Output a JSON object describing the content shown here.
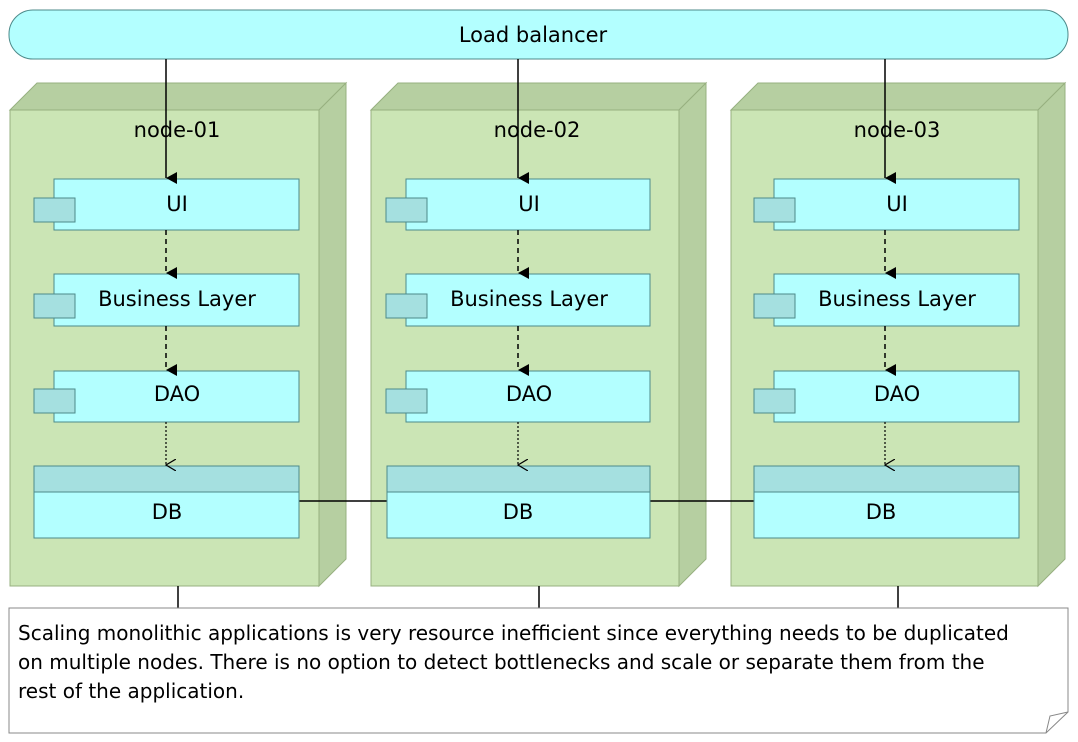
{
  "load_balancer": {
    "label": "Load balancer"
  },
  "nodes": [
    {
      "title": "node-01",
      "components": [
        "UI",
        "Business Layer",
        "DAO"
      ],
      "db": "DB"
    },
    {
      "title": "node-02",
      "components": [
        "UI",
        "Business Layer",
        "DAO"
      ],
      "db": "DB"
    },
    {
      "title": "node-03",
      "components": [
        "UI",
        "Business Layer",
        "DAO"
      ],
      "db": "DB"
    }
  ],
  "note": {
    "text": "Scaling monolithic applications is very resource inefficient since everything needs to be duplicated on multiple nodes. There is no option to detect bottlenecks and scale or separate them from the rest of the application."
  },
  "colors": {
    "node_front": "#cbe5b5",
    "node_side": "#b6cfa1",
    "node_border": "#97b080",
    "component_fill": "#b3ffff",
    "component_port": "#a5e0e0",
    "component_border": "#4d8a8a",
    "load_balancer_fill": "#b3ffff"
  }
}
